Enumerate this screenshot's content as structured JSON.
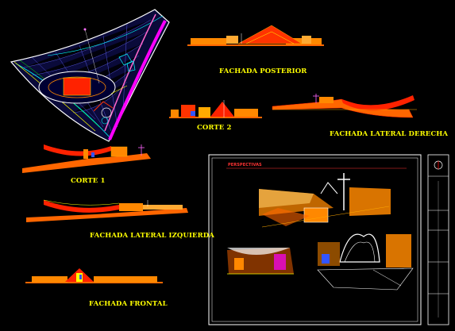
{
  "labels": {
    "fachada_posterior": "FACHADA POSTERIOR",
    "corte_2": "CORTE 2",
    "fachada_lateral_derecha": "FACHADA LATERAL DERECHA",
    "corte_1": "CORTE 1",
    "fachada_lateral_izquierda": "FACHADA LATERAL IZQUIERDA",
    "fachada_frontal": "FACHADA FRONTAL",
    "perspectivas": "PERSPECTIVAS"
  },
  "colors": {
    "background": "#000000",
    "label": "#ffff00",
    "roof": "#ff3300",
    "wall": "#ff8800",
    "ground": "#ff6600",
    "accent_magenta": "#ff00ff",
    "accent_cyan": "#00ffff",
    "frame": "#ffffff",
    "blue": "#3355ff"
  }
}
